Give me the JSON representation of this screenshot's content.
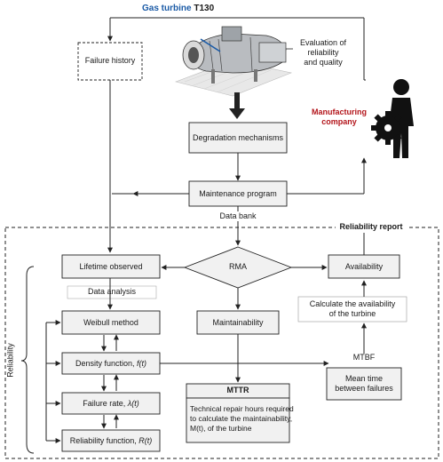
{
  "header": {
    "gas_turbine_prefix": "Gas turbine ",
    "gas_turbine_model": "T130",
    "evaluation": [
      "Evaluation of",
      "reliability",
      "and quality"
    ],
    "manufacturer": [
      "Manufacturing",
      "company"
    ]
  },
  "nodes": {
    "failure_history": "Failure history",
    "degradation": "Degradation mechanisms",
    "maintenance_program": "Maintenance program",
    "data_bank": "Data bank",
    "reliability_report": "Reliability report",
    "lifetime_observed": "Lifetime observed",
    "rma": "RMA",
    "availability": "Availability",
    "data_analysis": "Data analysis",
    "calc_availability": [
      "Calculate the availability",
      "of the turbine"
    ],
    "weibull": "Weibull method",
    "maintainability": "Maintainability",
    "density_prefix": "Density function, ",
    "density_fn": "f(t)",
    "mtbf": "MTBF",
    "failure_rate_prefix": "Failure rate, ",
    "failure_rate_fn": "λ(t)",
    "mttr": "MTTR",
    "mttr_desc": [
      "Technical repair hours required",
      "to calculate the maintainability,",
      "M(t), of the turbine"
    ],
    "mean_time": [
      "Mean time",
      "between failures"
    ],
    "reliability_prefix": "Reliability function, ",
    "reliability_fn": "R(t)",
    "reliability_side": "Reliability"
  },
  "colors": {
    "line": "#222222",
    "box_fill": "#f1f1f1",
    "accent_red": "#b3151b",
    "accent_blue": "#1a5aa6"
  },
  "icons": [
    "gas-turbine-illustration",
    "worker-with-gear-icon"
  ]
}
